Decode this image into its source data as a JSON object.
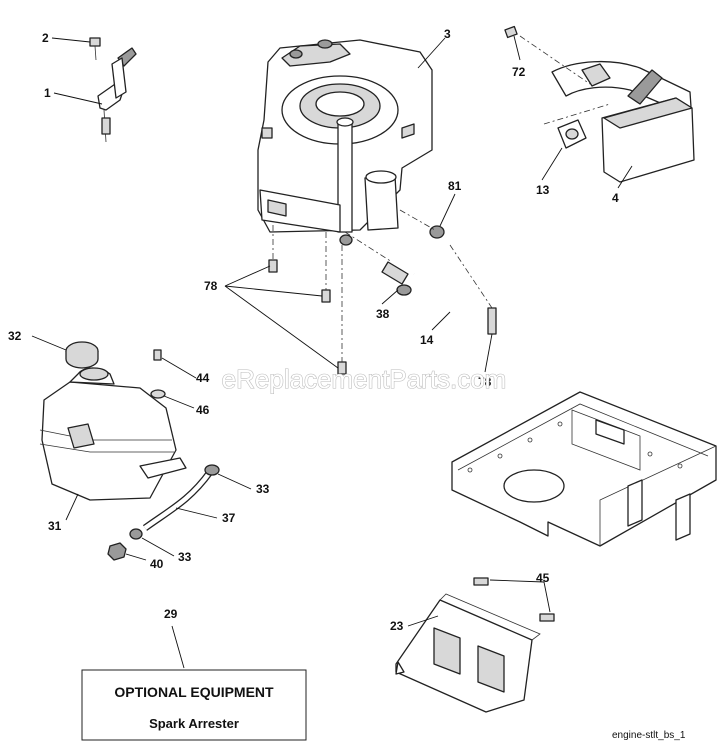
{
  "callouts": {
    "c1": "1",
    "c2": "2",
    "c3": "3",
    "c4": "4",
    "c13": "13",
    "c14": "14",
    "c23": "23",
    "c29": "29",
    "c31": "31",
    "c32": "32",
    "c33a": "33",
    "c33b": "33",
    "c37": "37",
    "c38": "38",
    "c40": "40",
    "c44": "44",
    "c45": "45",
    "c46": "46",
    "c72": "72",
    "c78a": "78",
    "c78b": "78",
    "c81": "81"
  },
  "watermark": "eReplacementParts.com",
  "optional_box": {
    "title": "OPTIONAL EQUIPMENT",
    "subtitle": "Spark Arrester"
  },
  "footer_code": "engine-stlt_bs_1"
}
